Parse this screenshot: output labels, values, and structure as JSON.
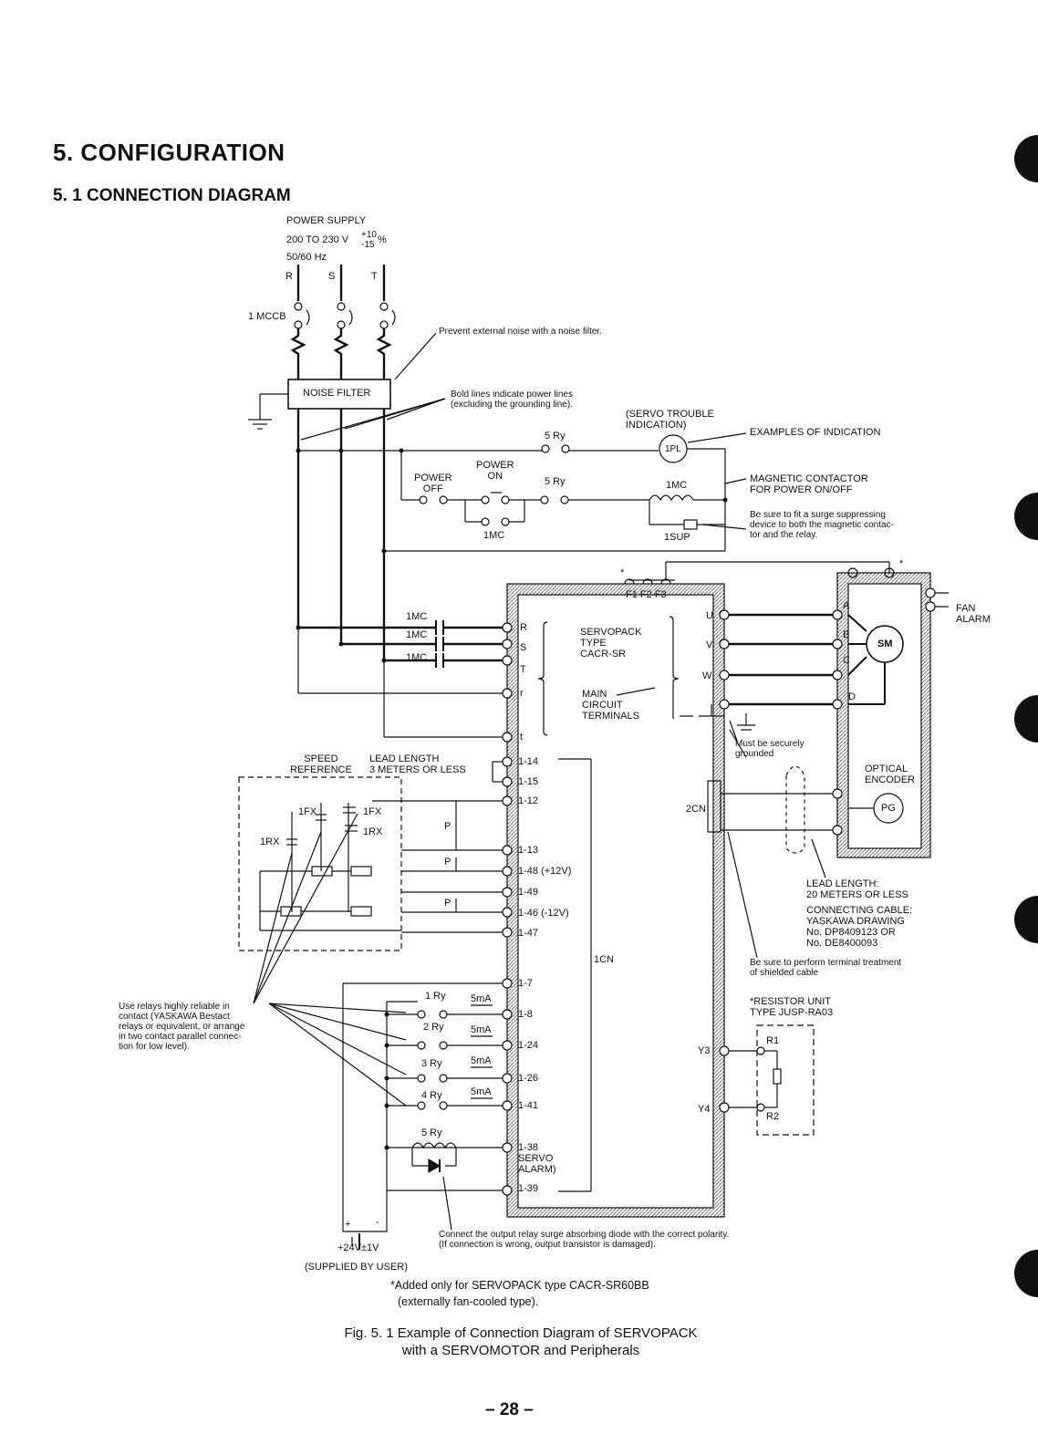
{
  "page": {
    "section_title": "5. CONFIGURATION",
    "subsection_title": "5. 1 CONNECTION DIAGRAM",
    "caption_line1": "Fig. 5. 1  Example of Connection Diagram of SERVOPACK",
    "caption_line2": "with a SERVOMOTOR and Peripherals",
    "page_number": "– 28 –",
    "footnote_line1": "*Added only for SERVOPACK type CACR-SR60BB",
    "footnote_line2": "(externally fan-cooled type)."
  },
  "diagram": {
    "power_supply": {
      "line1": "POWER SUPPLY",
      "line2": "200 TO 230 V",
      "tolerance_plus": "+10",
      "tolerance_minus": "-15",
      "tolerance_unit": "%",
      "line3": "50/60 Hz",
      "phase_r": "R",
      "phase_s": "S",
      "phase_t": "T"
    },
    "mccb_label": "1 MCCB",
    "noise_note": "Prevent external noise with a noise filter.",
    "noise_filter_label": "NOISE FILTER",
    "bold_lines_note": "Bold lines indicate power lines\n(excluding the grounding line).",
    "servo_trouble": "(SERVO TROUBLE\nINDICATION)",
    "relay_5ry_top": "5 Ry",
    "pl_label": "1PL",
    "examples_of_indication": "EXAMPLES OF INDICATION",
    "power_off": "POWER\nOFF",
    "power_on": "POWER\nON",
    "relay_5ry_mid": "5 Ry",
    "mc_coil_label": "1MC",
    "magnetic_contactor": "MAGNETIC CONTACTOR\nFOR POWER ON/OFF",
    "mc_hold_label": "1MC",
    "sup_label": "1SUP",
    "surge_note": "Be sure to fit a surge suppressing\ndevice to both the magnetic contac-\ntor and the relay.",
    "fuse_labels": "F1 F2 F3",
    "asterisk": "*",
    "fan_alarm": "FAN\nALARM",
    "mc_contacts": [
      "1MC",
      "1MC",
      "1MC"
    ],
    "servopack_terminals": [
      "R",
      "S",
      "T",
      "r",
      "t"
    ],
    "servopack_title": "SERVOPACK\nTYPE\nCACR-SR",
    "main_circuit": "MAIN\nCIRCUIT\nTERMINALS",
    "output_terminals": [
      "U",
      "V",
      "W"
    ],
    "motor_terminals": [
      "A",
      "B",
      "C",
      "D"
    ],
    "motor_label": "SM",
    "grounded_note": "Must be securely\ngrounded",
    "optical_encoder": "OPTICAL\nENCODER",
    "pg_label": "PG",
    "cn2_label": "2CN",
    "speed_reference": "SPEED\nREFERENCE",
    "lead_length_short": "LEAD LENGTH\n3 METERS OR LESS",
    "relays_1fx": "1FX",
    "relays_1rx": "1RX",
    "relay_1fx_b": "1FX",
    "relay_1rx_b": "1RX",
    "p_labels": [
      "P",
      "P",
      "P"
    ],
    "cn1_pins": [
      "1-14",
      "1-15",
      "1-12",
      "1-13",
      "1-48 (+12V)",
      "1-49",
      "1-46 (-12V)",
      "1-47",
      "1-7",
      "1-8",
      "1-24",
      "1-26",
      "1-41",
      "1-38\nSERVO\nALARM)",
      "1-39"
    ],
    "cn1_label": "1CN",
    "lead_length_long": "LEAD LENGTH:\n20 METERS OR LESS",
    "connecting_cable": "CONNECTING CABLE:\nYASKAWA DRAWING\nNo. DP8409123 OR\nNo. DE8400093",
    "shielded_note": "Be sure to perform terminal treatment\nof shielded cable",
    "relays_note": "Use relays highly reliable in\ncontact (YASKAWA Bestact\nrelays or equivalent, or arrange\nin two contact parallel connec-\ntion for low level).",
    "relay_out": [
      "1 Ry",
      "2 Ry",
      "3 Ry",
      "4 Ry"
    ],
    "current_labels": [
      "5mA",
      "5mA",
      "5mA",
      "5mA"
    ],
    "relay_5ry_out": "5 Ry",
    "resistor_unit": "*RESISTOR UNIT\nTYPE JUSP-RA03",
    "r1": "R1",
    "r2": "R2",
    "y3": "Y3",
    "y4": "Y4",
    "diode_note": "Connect the output relay surge absorbing diode with the correct polarity.\n(If connection is wrong, output transistor is damaged).",
    "supply_24v": "+24V±1V",
    "supplied_by_user": "(SUPPLIED BY USER)",
    "plus": "+",
    "minus": "-"
  }
}
